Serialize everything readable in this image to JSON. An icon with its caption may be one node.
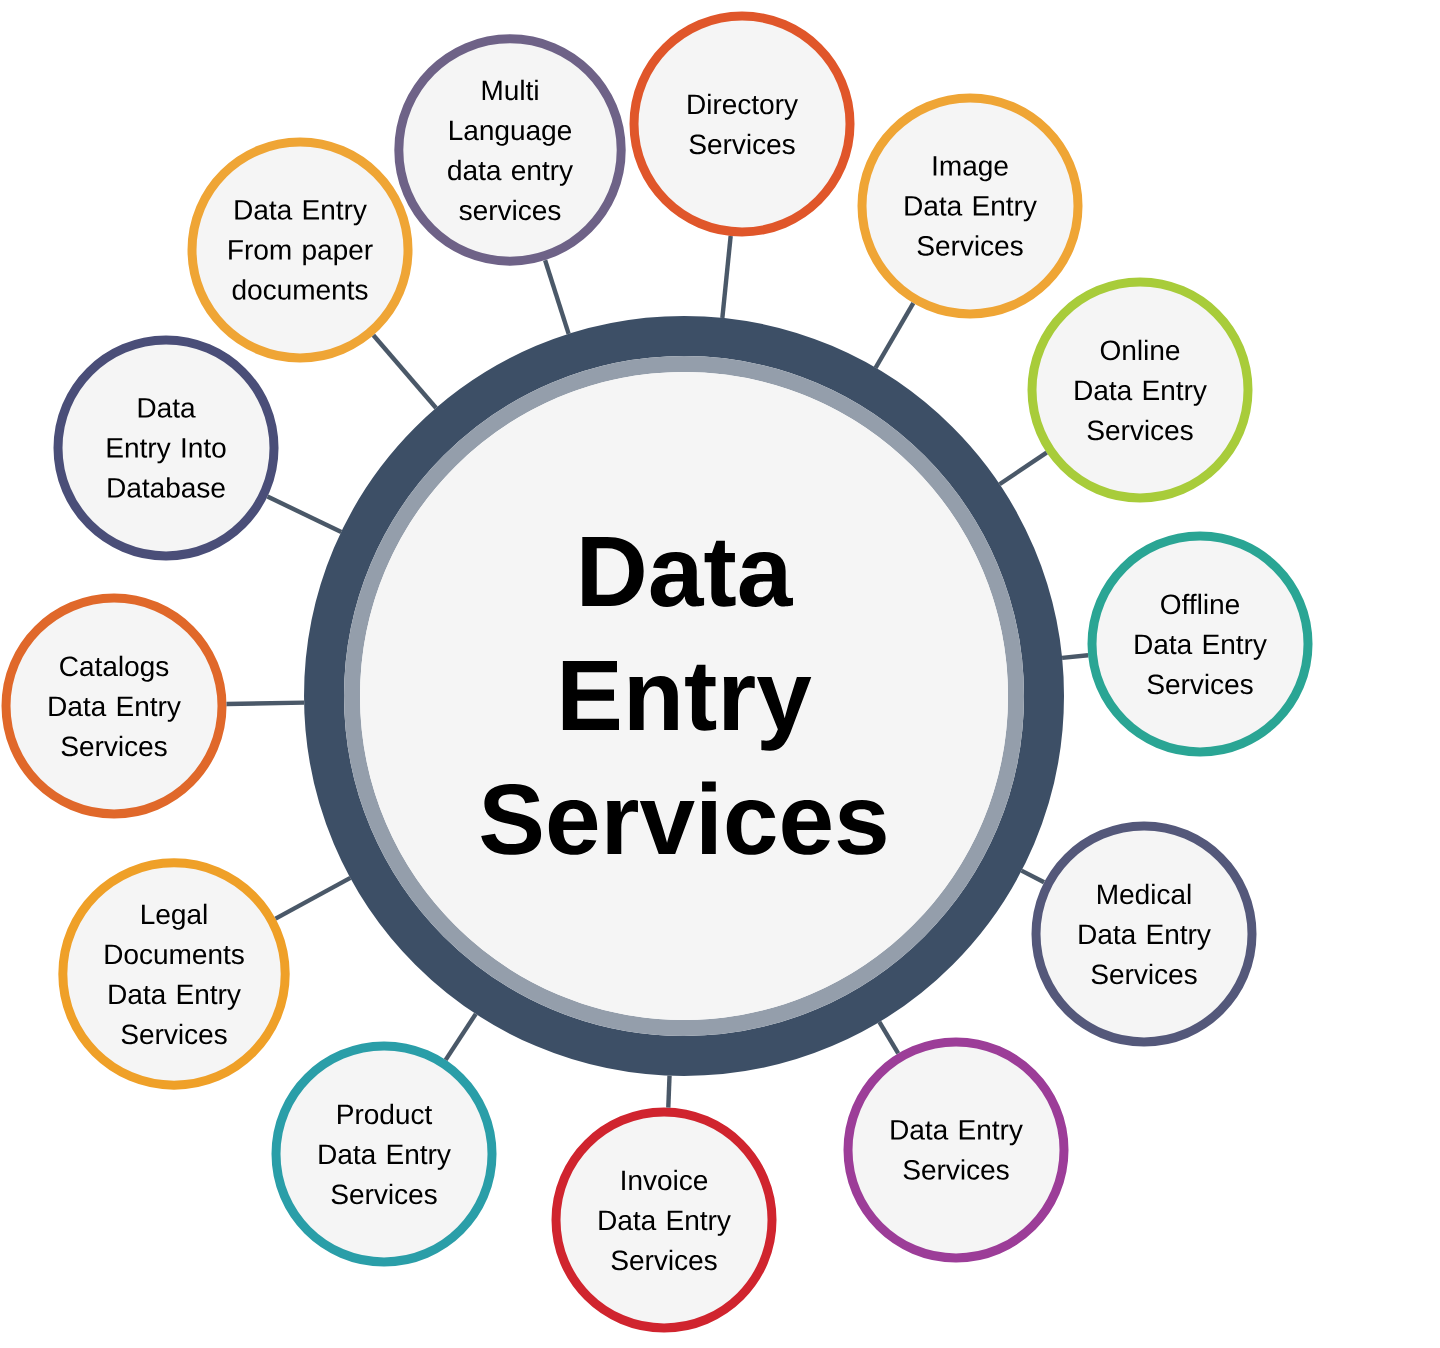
{
  "diagram": {
    "nodes": [
      {
        "text": [
          "Data Entry Services"
        ]
      },
      {
        "text": [
          "Multi Language data entry services"
        ]
      },
      {
        "text": [
          "Directory Services"
        ]
      },
      {
        "text": [
          "Image Data Entry Services"
        ]
      },
      {
        "text": [
          "Online Data Entry Services"
        ]
      },
      {
        "text": [
          "Offline Data Entry Services"
        ]
      },
      {
        "text": [
          "Medical Data Entry Services"
        ]
      },
      {
        "text": [
          "Data Entry Services"
        ]
      },
      {
        "text": [
          "Invoice Data Entry Services"
        ]
      },
      {
        "text": [
          "Product Data Entry Services"
        ]
      },
      {
        "text": [
          "Legal Documents Data Entry Services"
        ]
      },
      {
        "text": [
          "Catalogs Data Entry Services"
        ]
      },
      {
        "text": [
          "Data Entry Into Database"
        ]
      },
      {
        "text": [
          "Data Entry From paper documents"
        ]
      }
    ],
    "edges": [
      {
        "from": 0,
        "to": 1,
        "arrow": "none"
      },
      {
        "from": 0,
        "to": 2,
        "arrow": "none"
      },
      {
        "from": 0,
        "to": 3,
        "arrow": "none"
      },
      {
        "from": 0,
        "to": 4,
        "arrow": "none"
      },
      {
        "from": 0,
        "to": 5,
        "arrow": "none"
      },
      {
        "from": 0,
        "to": 6,
        "arrow": "none"
      },
      {
        "from": 0,
        "to": 7,
        "arrow": "none"
      },
      {
        "from": 0,
        "to": 8,
        "arrow": "none"
      },
      {
        "from": 0,
        "to": 9,
        "arrow": "none"
      },
      {
        "from": 0,
        "to": 10,
        "arrow": "none"
      },
      {
        "from": 0,
        "to": 11,
        "arrow": "none"
      },
      {
        "from": 0,
        "to": 12,
        "arrow": "none"
      },
      {
        "from": 0,
        "to": 13,
        "arrow": "none"
      }
    ]
  }
}
